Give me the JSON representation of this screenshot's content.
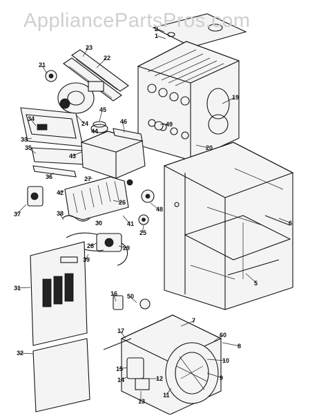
{
  "watermark": "AppliancePartsPros.com",
  "part_numbers": [
    "1",
    "2",
    "5",
    "6",
    "7",
    "8",
    "9",
    "10",
    "11",
    "12",
    "13",
    "14",
    "15",
    "16",
    "17",
    "19",
    "20",
    "21",
    "22",
    "23",
    "24",
    "25",
    "26",
    "27",
    "28",
    "29",
    "30",
    "31",
    "32",
    "33",
    "34",
    "35",
    "36",
    "37",
    "38",
    "39",
    "41",
    "42",
    "43",
    "44",
    "45",
    "46",
    "48",
    "49",
    "50",
    "60"
  ]
}
